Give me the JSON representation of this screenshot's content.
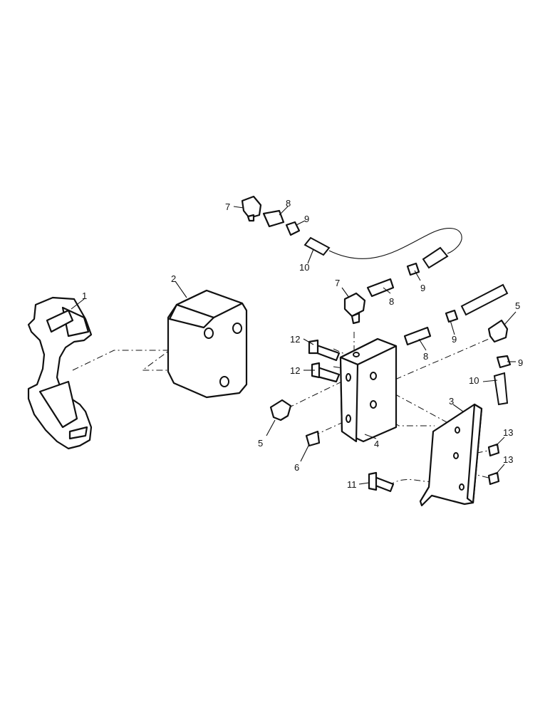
{
  "callouts": {
    "c1": "1",
    "c2": "2",
    "c3": "3",
    "c4": "4",
    "c5a": "5",
    "c5b": "5",
    "c6": "6",
    "c7a": "7",
    "c7b": "7",
    "c8a": "8",
    "c8b": "8",
    "c8c": "8",
    "c9a": "9",
    "c9b": "9",
    "c9c": "9",
    "c9d": "9",
    "c10a": "10",
    "c10b": "10",
    "c11": "11",
    "c12a": "12",
    "c12b": "12",
    "c13a": "13",
    "c13b": "13"
  }
}
